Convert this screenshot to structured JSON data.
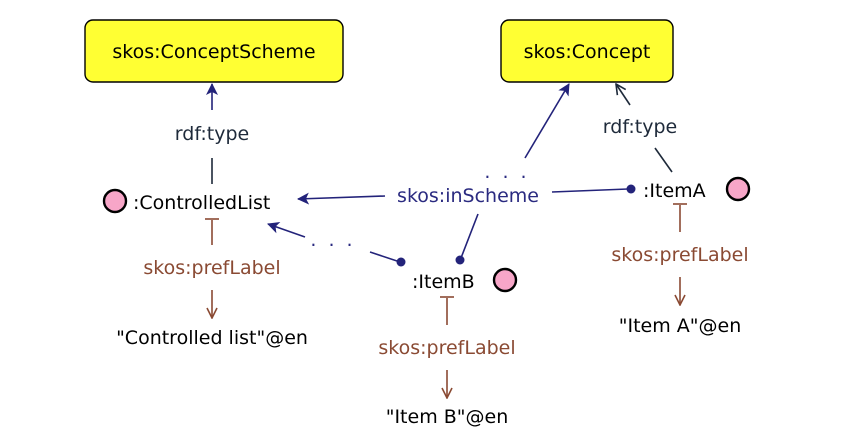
{
  "classes": {
    "concept_scheme": "skos:ConceptScheme",
    "concept": "skos:Concept"
  },
  "nodes": {
    "controlled_list": ":ControlledList",
    "item_a": ":ItemA",
    "item_b": ":ItemB"
  },
  "edges": {
    "type_cl": "rdf:type",
    "type_a": "rdf:type",
    "in_scheme": "skos:inScheme",
    "pref_cl": "skos:prefLabel",
    "pref_a": "skos:prefLabel",
    "pref_b": "skos:prefLabel",
    "dots_concept": ". . .",
    "dots_cl": ". . ."
  },
  "literals": {
    "controlled_list": "\"Controlled list\"@en",
    "item_a": "\"Item A\"@en",
    "item_b": "\"Item B\"@en"
  },
  "colors": {
    "class_fill": "#ffff33",
    "node_circle": "#f7a6c8",
    "edge_blue": "#23237a",
    "label_brown": "#8a4a33"
  }
}
